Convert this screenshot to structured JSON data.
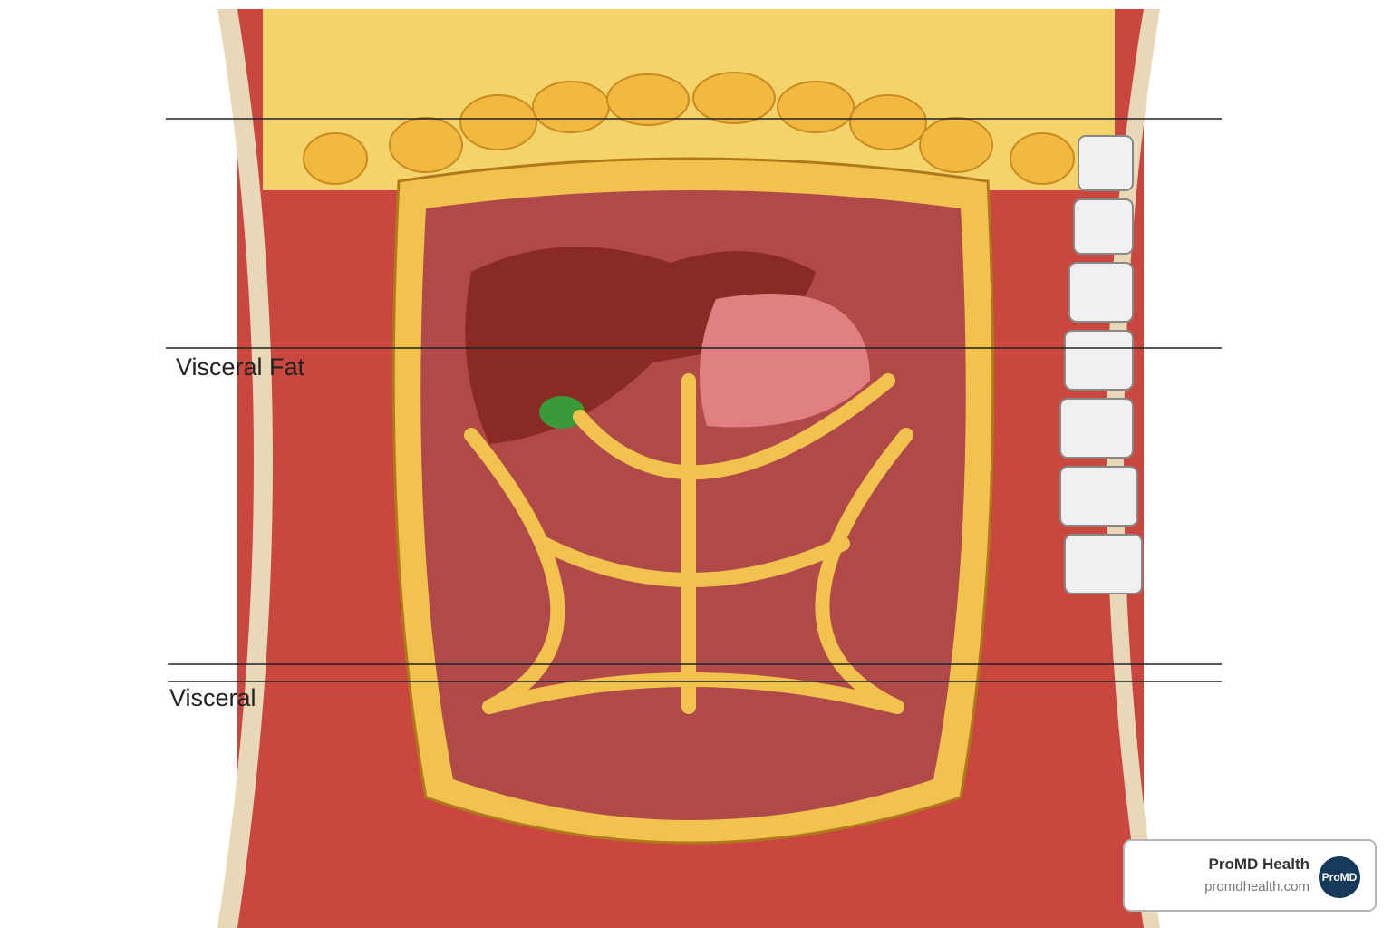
{
  "labels": {
    "upper": "Visceral Fat",
    "lower": "Visceral"
  },
  "badge": {
    "name": "ProMD Health",
    "url": "promdhealth.com",
    "logo": "ProMD"
  },
  "colors": {
    "fat": "#f2c24e",
    "muscle": "#c8463e",
    "liver": "#8a2a24",
    "intestine": "#a8504a",
    "brand": "#173a5a"
  }
}
